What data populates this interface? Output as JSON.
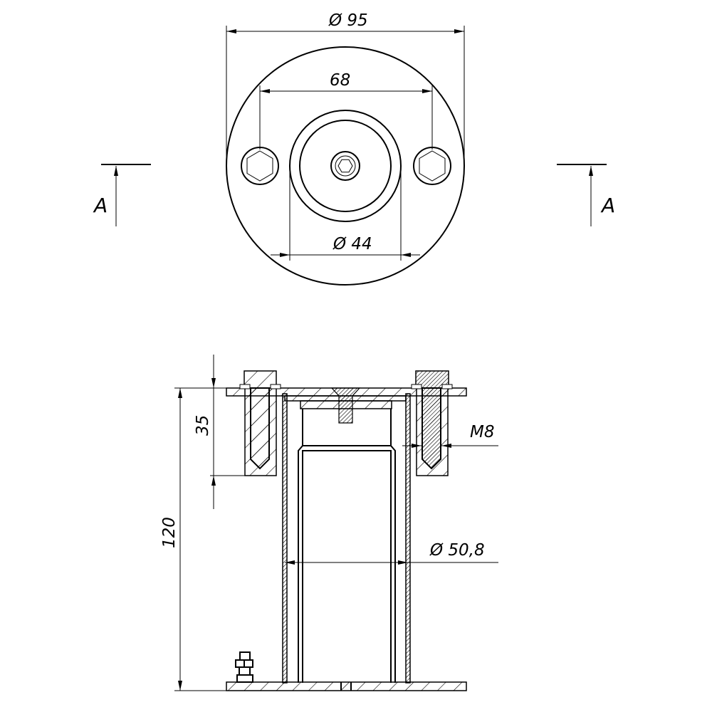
{
  "drawing": {
    "top_view": {
      "outer_diameter": "Ø 95",
      "bolt_spacing": "68",
      "inner_diameter": "Ø 44",
      "section_left": "A",
      "section_right": "A"
    },
    "section_view": {
      "height_total": "120",
      "height_flange": "35",
      "thread": "M8",
      "tube_diameter": "Ø 50,8"
    }
  }
}
